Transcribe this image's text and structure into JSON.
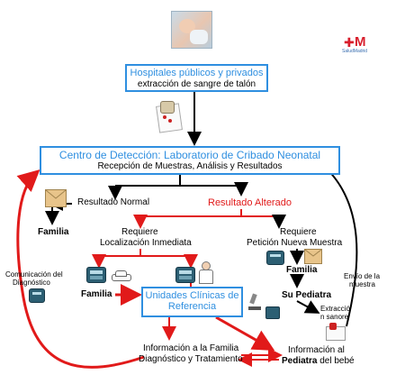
{
  "brand": {
    "logo_text": "SaludMadrid"
  },
  "boxes": {
    "hospitals": {
      "title": "Hospitales públicos y privados",
      "subtitle": "extracción de sangre de talón"
    },
    "center": {
      "title": "Centro de Detección: Laboratorio de Cribado Neonatal",
      "subtitle": "Recepción de Muestras, Análisis y Resultados"
    },
    "units": {
      "line1": "Unidades Clínicas de",
      "line2": "Referencia"
    }
  },
  "labels": {
    "normal": "Resultado Normal",
    "altered": "Resultado Alterado",
    "family_left": "Familia",
    "requiere_1": "Requiere",
    "localizacion": "Localización Inmediata",
    "requiere_2": "Requiere",
    "peticion": "Petición Nueva Muestra",
    "family_right": "Familia",
    "su_pediatra": "Su Pediatra",
    "extraccion_1": "Extracció",
    "extraccion_2": "n sanore",
    "envio_1": "Envío de la",
    "envio_2": "muestra",
    "comunicacion_1": "Comunicación del",
    "comunicacion_2": "Diagnóstico",
    "family_mid": "Familia",
    "info_family_1": "Información a la Familia",
    "info_family_2": "Diagnóstico y Tratamiento",
    "info_ped_1": "Información al",
    "info_ped_2a": "Pediatra",
    "info_ped_2b": " del bebé"
  },
  "colors": {
    "accent_blue": "#2f8fe0",
    "alert_red": "#e11a1a",
    "logo_red": "#d81e2c"
  },
  "icons": [
    "baby-photo",
    "logo-madrid",
    "blood-card-icon",
    "envelope-icon",
    "phone-icon",
    "car-icon",
    "doctor-icon",
    "microscope-icon",
    "test-tube-icon"
  ]
}
